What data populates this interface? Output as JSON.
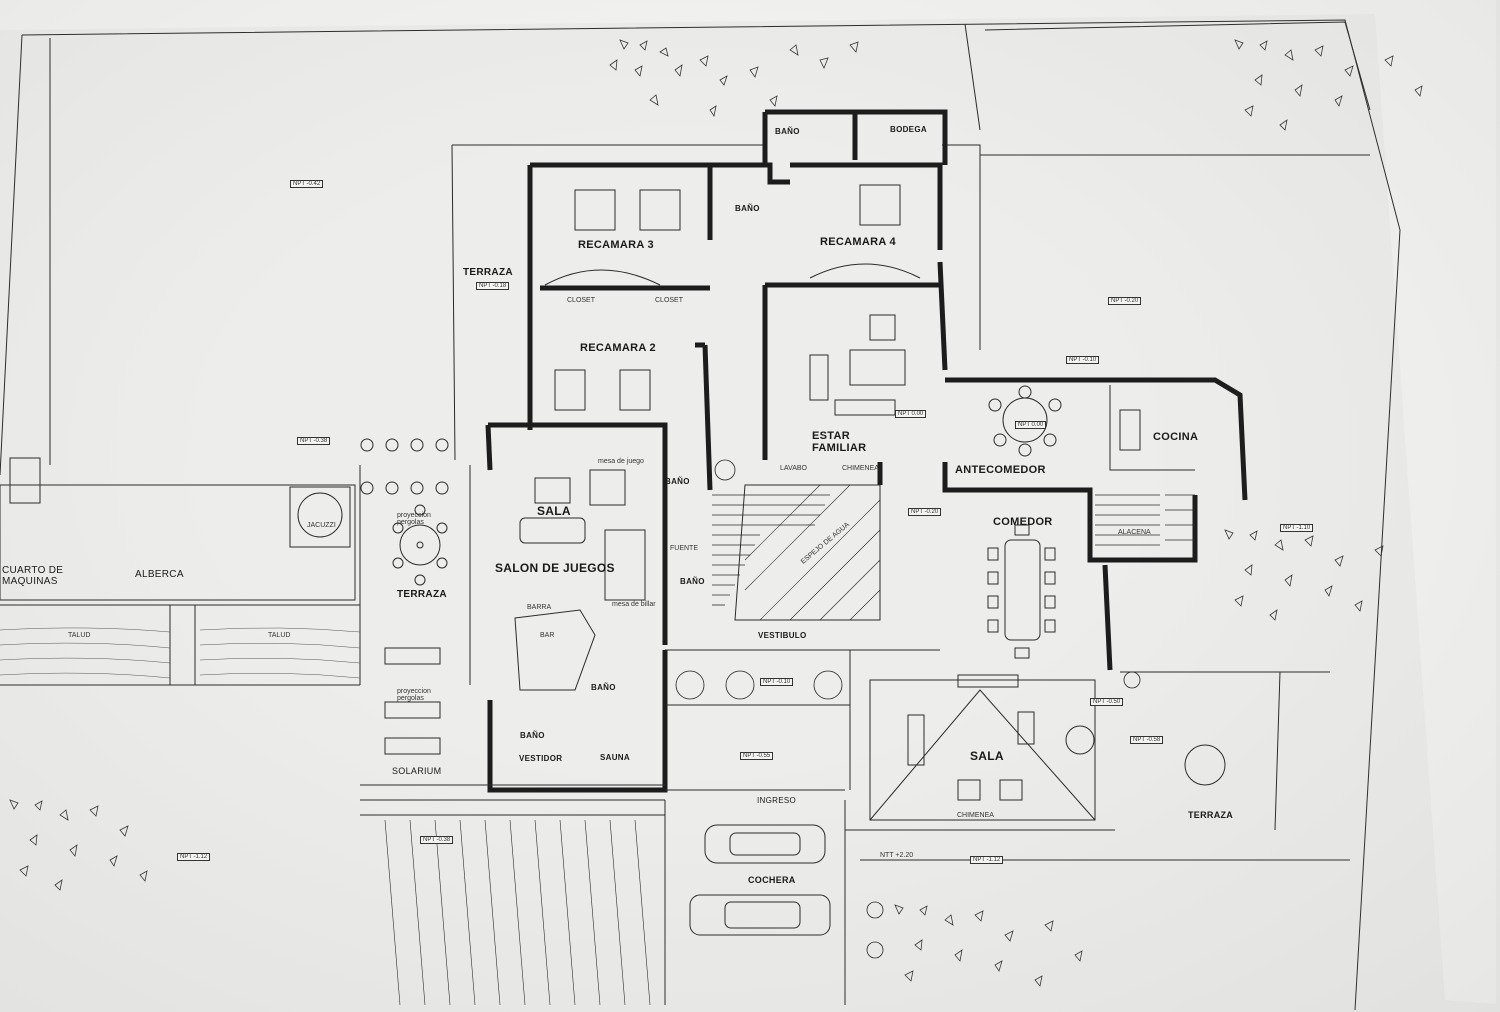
{
  "labels": {
    "recamara3": "RECAMARA 3",
    "recamara4": "RECAMARA 4",
    "recamara2": "RECAMARA 2",
    "terraza_top": "TERRAZA",
    "bano_a": "BAÑO",
    "bano_b": "BAÑO",
    "bodega": "BODEGA",
    "bano_c": "BAÑO",
    "sala_juegos": "SALA",
    "salon_juegos": "SALON DE JUEGOS",
    "estar_familiar": "ESTAR FAMILIAR",
    "antecomedor": "ANTECOMEDOR",
    "cocina": "COCINA",
    "comedor": "COMEDOR",
    "cuarto_maquinas": "CUARTO DE MAQUINAS",
    "alberca": "ALBERCA",
    "terraza_pool": "TERRAZA",
    "jacuzzi": "JACUZZI",
    "espejo_agua": "ESPEJO DE AGUA",
    "vestibulo": "VESTIBULO",
    "barra": "BARRA",
    "bar": "BAR",
    "bano_d": "BAÑO",
    "bano_e": "BAÑO",
    "bano_f": "BAÑO",
    "vestidor": "VESTIDOR",
    "sauna": "SAUNA",
    "solarium": "SOLARIUM",
    "ingreso": "INGRESO",
    "cochera": "COCHERA",
    "sala_main": "SALA",
    "terraza_right": "TERRAZA",
    "closet_a": "CLOSET",
    "closet_b": "CLOSET",
    "mesa_juego": "mesa de juego",
    "mesa_billar": "mesa de billar",
    "chimenea_a": "CHIMENEA",
    "chimenea_b": "CHIMENEA",
    "talud_a": "TALUD",
    "talud_b": "TALUD",
    "proyeccion_pergolas_a": "proyeccion pergolas",
    "proyeccion_pergolas_b": "proyeccion pergolas",
    "alacena": "ALACENA",
    "lavabo": "LAVABO",
    "fuente": "FUENTE",
    "nivel_inf": "NTT +2.20"
  },
  "levels": {
    "l1": "NPT -0.42",
    "l2": "NPT -0.18",
    "l3": "NPT -0.20",
    "l4": "NPT -0.10",
    "l5": "NPT 0.00",
    "l6": "NPT -0.20",
    "l7": "NPT -0.38",
    "l8": "NPT -1.12",
    "l9": "NPT -0.38",
    "l10": "NPT -0.55",
    "l11": "NPT -1.12",
    "l12": "NPT -0.50",
    "l13": "NPT -0.58",
    "l14": "NPT -1.10",
    "l15": "NPT 0.00",
    "l16": "NPT -0.10"
  }
}
